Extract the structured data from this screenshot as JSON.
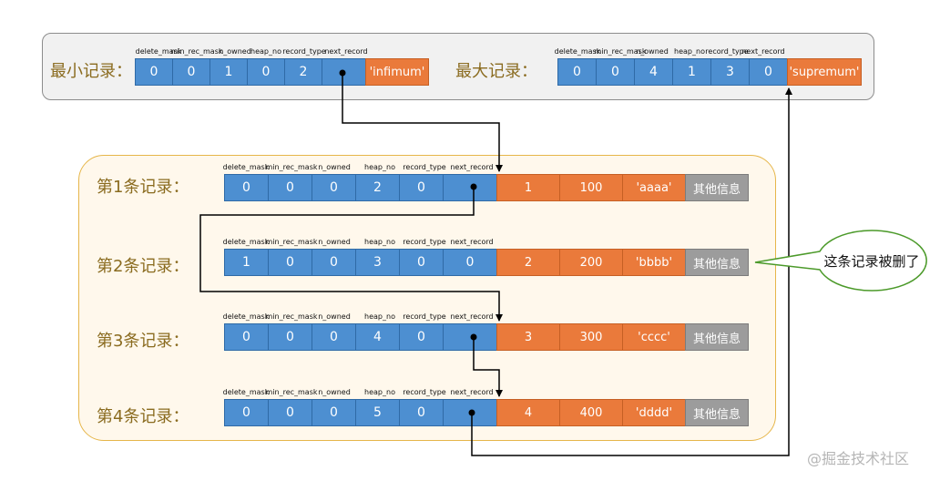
{
  "headers": [
    "delete_mask",
    "min_rec_mask",
    "n_owned",
    "heap_no",
    "record_type",
    "next_record"
  ],
  "infimum": {
    "label": "最小记录：",
    "values": [
      "0",
      "0",
      "1",
      "0",
      "2"
    ],
    "tag": "'infimum'"
  },
  "supremum": {
    "label": "最大记录：",
    "values": [
      "0",
      "0",
      "4",
      "1",
      "3",
      "0"
    ],
    "tag": "'supremum'"
  },
  "records": [
    {
      "label": "第1条记录：",
      "header": [
        "0",
        "0",
        "0",
        "2",
        "0"
      ],
      "data": [
        "1",
        "100",
        "'aaaa'"
      ],
      "other": "其他信息"
    },
    {
      "label": "第2条记录：",
      "header": [
        "1",
        "0",
        "0",
        "3",
        "0",
        "0"
      ],
      "data": [
        "2",
        "200",
        "'bbbb'"
      ],
      "other": "其他信息"
    },
    {
      "label": "第3条记录：",
      "header": [
        "0",
        "0",
        "0",
        "4",
        "0"
      ],
      "data": [
        "3",
        "300",
        "'cccc'"
      ],
      "other": "其他信息"
    },
    {
      "label": "第4条记录：",
      "header": [
        "0",
        "0",
        "0",
        "5",
        "0"
      ],
      "data": [
        "4",
        "400",
        "'dddd'"
      ],
      "other": "其他信息"
    }
  ],
  "note": "这条记录被删了",
  "watermark": "@掘金技术社区"
}
